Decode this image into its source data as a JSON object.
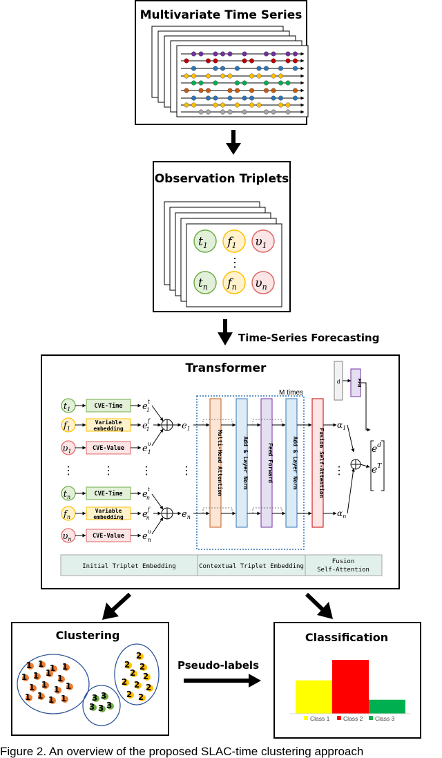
{
  "mts": {
    "title": "Multivariate Time Series"
  },
  "triplets": {
    "title": "Observation Triplets",
    "t1": "t",
    "t1_sub": "1",
    "f1": "f",
    "f1_sub": "1",
    "v1": "υ",
    "v1_sub": "1",
    "tn": "t",
    "tn_sub": "n",
    "fn": "f",
    "fn_sub": "n",
    "vn": "υ",
    "vn_sub": "n",
    "vdots": "⋮"
  },
  "forecast": {
    "label": "Time-Series Forecasting"
  },
  "transformer": {
    "title": "Transformer",
    "m_times": "M times",
    "cve_time": "CVE-Time",
    "var_emb_1": "Variable",
    "var_emb_2": "embedding",
    "cve_value": "CVE-Value",
    "mha": "Multi-Head Attention",
    "addnorm": "Add & Layer Norm",
    "ff": "Feed Forward",
    "fusion": "Fusion Self-Attention",
    "d": "d",
    "ffn": "FFN",
    "plus": "⊕",
    "dots": "⋮",
    "in_t1": "t",
    "in_t1_sub": "1",
    "in_f1": "f",
    "in_f1_sub": "1",
    "in_v1": "υ",
    "in_v1_sub": "1",
    "in_tn": "t",
    "in_tn_sub": "n",
    "in_fn": "f",
    "in_fn_sub": "n",
    "in_vn": "υ",
    "in_vn_sub": "n",
    "e": "e",
    "e_t1_sup": "t",
    "e_t1_sub": "1",
    "e_f1_sup": "f",
    "e_f1_sub": "1",
    "e_v1_sup": "υ",
    "e_v1_sub": "1",
    "e_tn_sup": "t",
    "e_tn_sub": "n",
    "e_fn_sup": "f",
    "e_fn_sub": "n",
    "e_vn_sup": "υ",
    "e_vn_sub": "n",
    "e1_sub": "1",
    "en_sub": "n",
    "alpha": "α",
    "alpha1_sub": "1",
    "alphan_sub": "n",
    "ed_sup": "d",
    "eT_sup": "T",
    "seg1": "Initial Triplet Embedding",
    "seg2": "Contextual Triplet Embedding",
    "seg3_1": "Fusion",
    "seg3_2": "Self-Attention"
  },
  "clustering": {
    "title": "Clustering",
    "c1": "1",
    "c2": "2",
    "c3": "3"
  },
  "pseudo": {
    "label": "Pseudo-labels"
  },
  "classification": {
    "title": "Classification",
    "legend": [
      "Class 1",
      "Class 2",
      "Class 3"
    ],
    "values": [
      0.62,
      1.0,
      0.26
    ],
    "colors": [
      "#ffff00",
      "#ff0000",
      "#00b050"
    ]
  },
  "caption": "Figure 2. An overview of the proposed SLAC-time clustering approach"
}
